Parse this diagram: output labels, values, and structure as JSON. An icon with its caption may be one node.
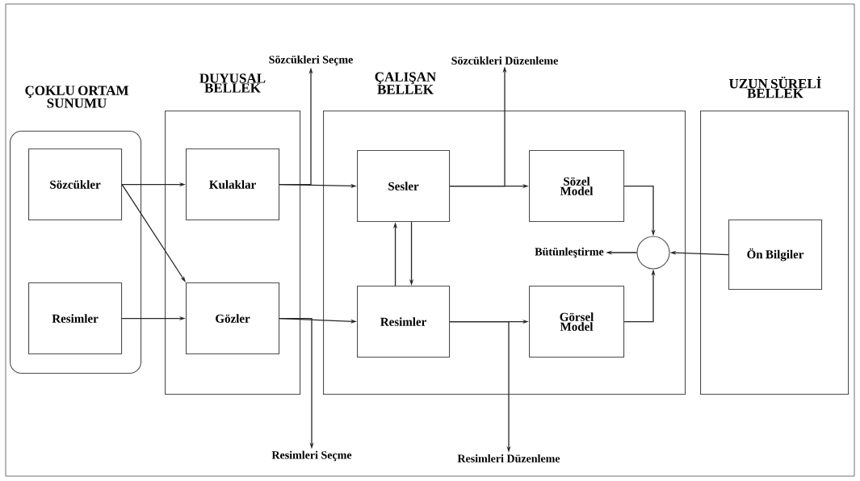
{
  "diagram": {
    "nodes": [
      {
        "text": [
          "ÇOKLU ORTAM SUNUMU"
        ]
      },
      {
        "text": [
          "Sözcükler"
        ],
        "in": 0
      },
      {
        "text": [
          "Resimler"
        ],
        "in": 0
      },
      {
        "text": [
          "DUYUSAL BELLEK"
        ]
      },
      {
        "text": [
          "Kulaklar"
        ],
        "in": 3
      },
      {
        "text": [
          "Gözler"
        ],
        "in": 3
      },
      {
        "text": [
          "ÇALIŞAN BELLEK"
        ]
      },
      {
        "text": [
          "Sesler"
        ],
        "in": 6
      },
      {
        "text": [
          "Sözel Model"
        ],
        "in": 6
      },
      {
        "text": [
          "Resimler"
        ],
        "in": 6
      },
      {
        "text": [
          "Görsel Model"
        ],
        "in": 6
      },
      {
        "text": [],
        "shape": "circle",
        "in": 6
      },
      {
        "text": [
          "UZUN SÜRELİ BELLEK"
        ]
      },
      {
        "text": [
          "Ön Bilgiler"
        ],
        "in": 12
      },
      {
        "text": [
          "Sözcükleri Seçme"
        ]
      },
      {
        "text": [
          "Sözcükleri Düzenleme"
        ]
      },
      {
        "text": [
          "Resimleri Seçme"
        ]
      },
      {
        "text": [
          "Resimleri Düzenleme"
        ]
      },
      {
        "text": [
          "Bütünleştirme"
        ],
        "in": 6
      }
    ],
    "edges": [
      {
        "from": 1,
        "to": 4,
        "arrow": "to"
      },
      {
        "from": 1,
        "to": 5,
        "arrow": "to"
      },
      {
        "from": 2,
        "to": 5,
        "arrow": "to"
      },
      {
        "from": 4,
        "to": 7,
        "arrow": "to"
      },
      {
        "from": 5,
        "to": 9,
        "arrow": "to"
      },
      {
        "from": 4,
        "to": 14,
        "arrow": "to"
      },
      {
        "from": 5,
        "to": 16,
        "arrow": "to"
      },
      {
        "from": 7,
        "to": 8,
        "arrow": "to"
      },
      {
        "from": 9,
        "to": 10,
        "arrow": "to"
      },
      {
        "from": 7,
        "to": 15,
        "arrow": "to"
      },
      {
        "from": 9,
        "to": 17,
        "arrow": "to"
      },
      {
        "from": 9,
        "to": 7,
        "arrow": "to"
      },
      {
        "from": 7,
        "to": 9,
        "arrow": "to"
      },
      {
        "from": 8,
        "to": 11,
        "arrow": "to"
      },
      {
        "from": 10,
        "to": 11,
        "arrow": "to"
      },
      {
        "from": 13,
        "to": 11,
        "arrow": "to"
      },
      {
        "from": 11,
        "to": 18,
        "arrow": "to"
      }
    ]
  }
}
